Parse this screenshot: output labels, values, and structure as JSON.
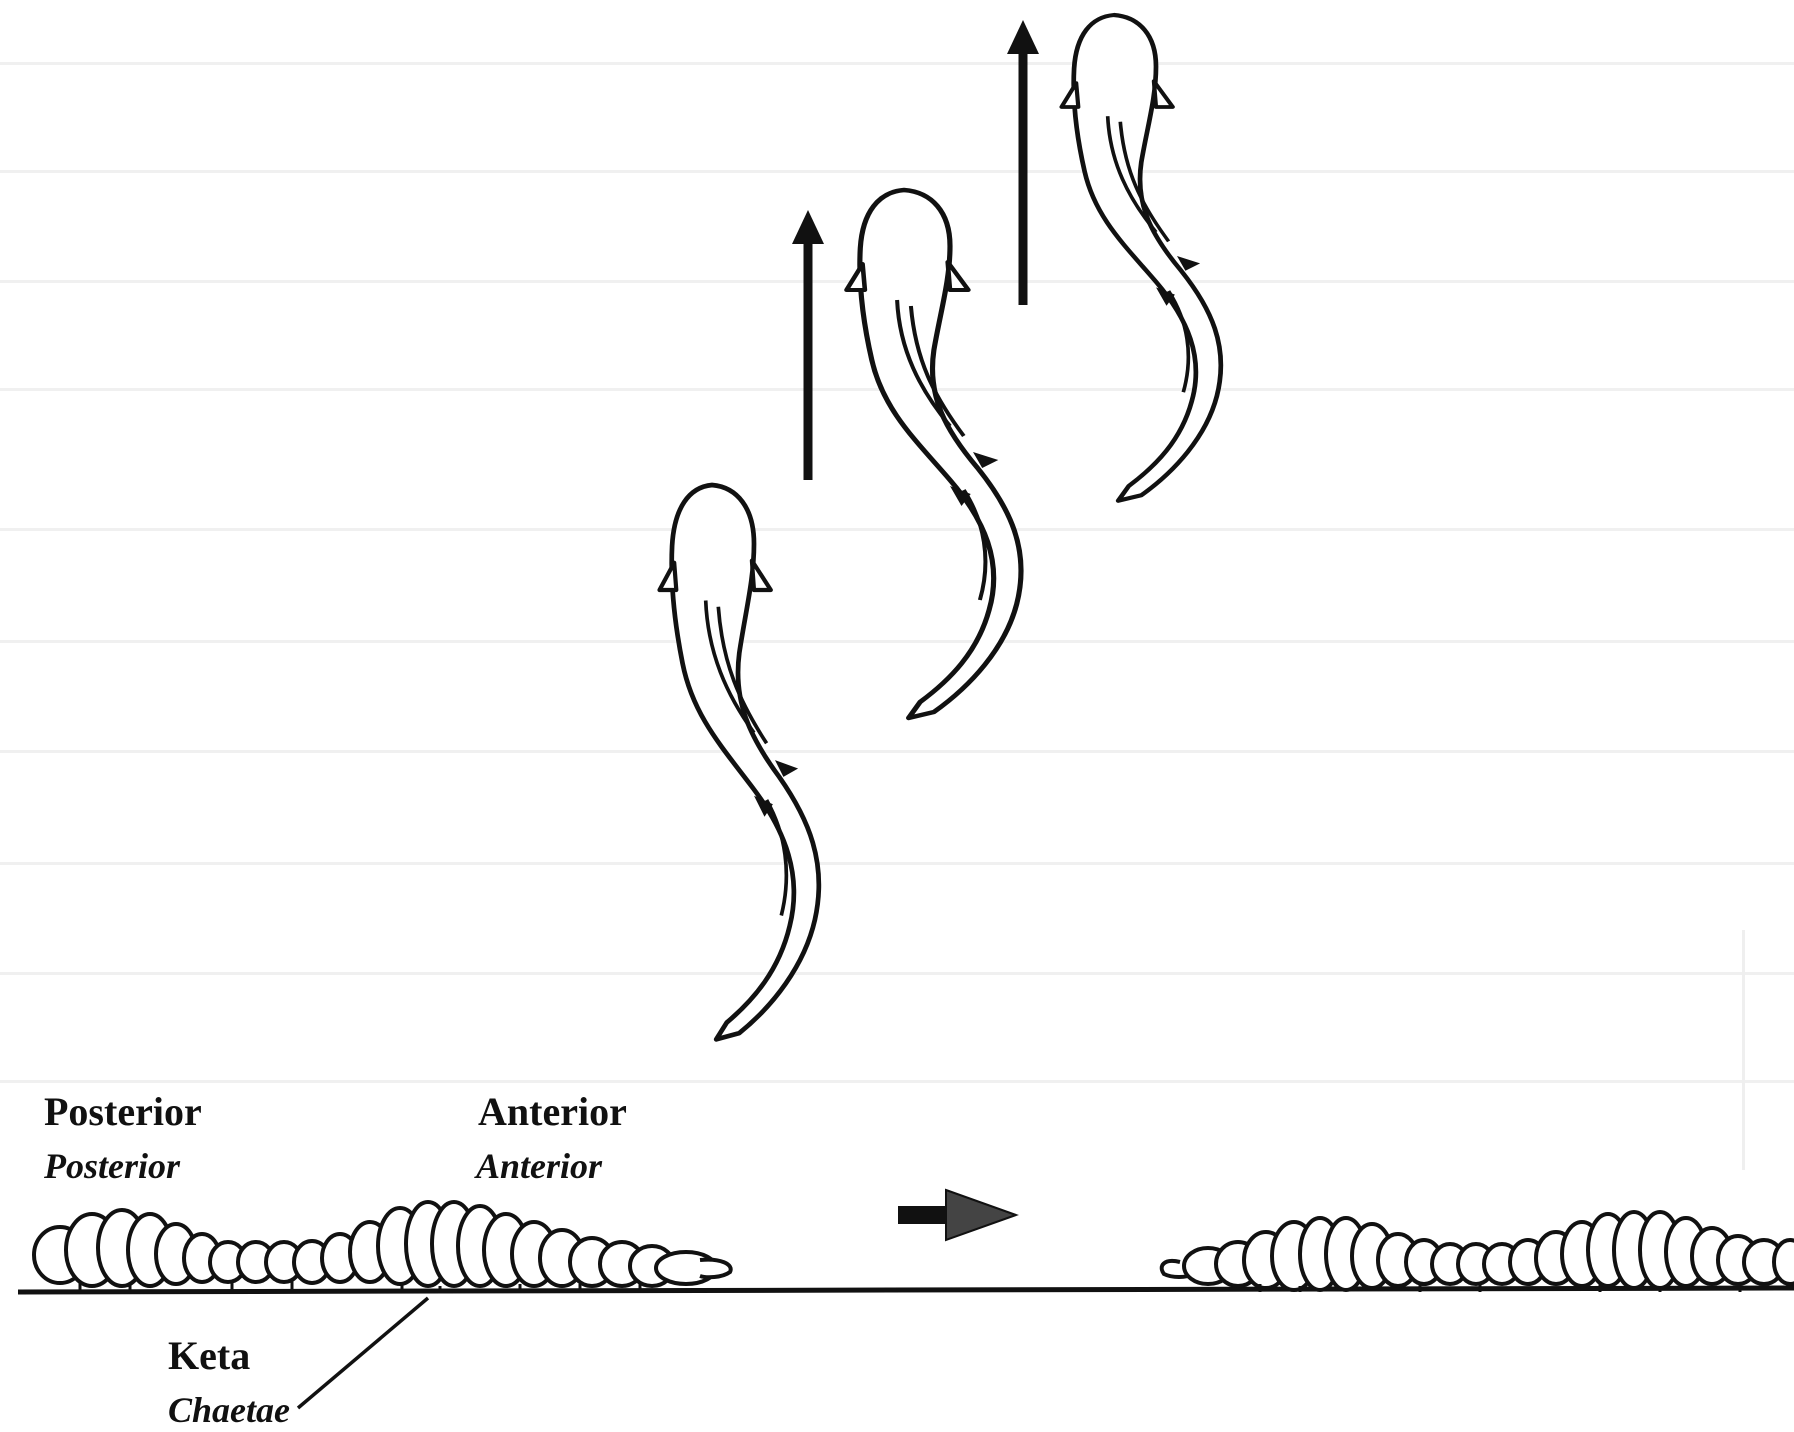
{
  "labels": {
    "posterior": "Posterior",
    "posterior_alt": "Posterior",
    "anterior": "Anterior",
    "anterior_alt": "Anterior",
    "keta": "Keta",
    "chaetae": "Chaetae"
  },
  "colors": {
    "ink": "#111111",
    "paper": "#ffffff",
    "ghost": "#d6d6d6"
  }
}
